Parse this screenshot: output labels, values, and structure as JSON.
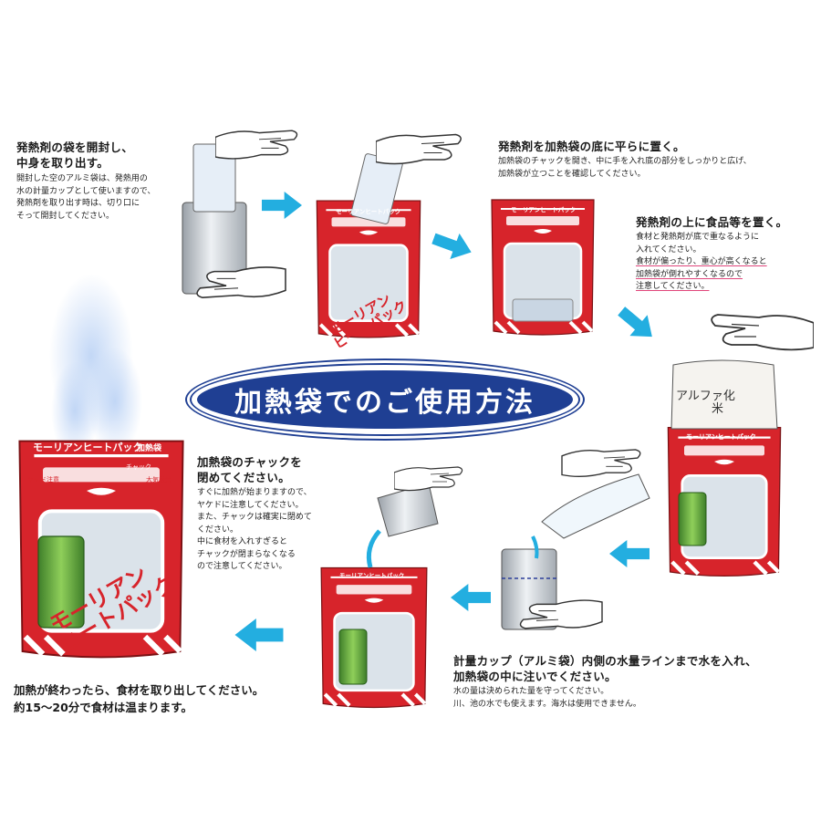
{
  "title": "加熱袋でのご使用方法",
  "colors": {
    "bag_red": "#d7242b",
    "arrow_teal": "#23aee0",
    "banner_navy": "#1f3f93",
    "pink_underline": "#e0457b",
    "window_gray": "#dbe3ea"
  },
  "bag_labels": {
    "brand": "モーリアンヒートパック",
    "sub": "加熱袋",
    "diagonal_top": "モーリアン",
    "diagonal_bottom": "ヒートパック",
    "tag_left": "ヤケド注意",
    "tag_right": "大気厳禁",
    "zip": "チャック"
  },
  "food_package": {
    "line1": "アルファ化",
    "line2": "米"
  },
  "steps": [
    {
      "id": 1,
      "title_lines": [
        "発熱剤の袋を開封し、",
        "中身を取り出す。"
      ],
      "body_lines": [
        "開封した空のアルミ袋は、発熱用の",
        "水の計量カップとして使いますので、",
        "発熱剤を取り出す時は、切り口に",
        "そって開封してください。"
      ]
    },
    {
      "id": 2,
      "title_lines": [
        "発熱剤を加熱袋の底に平らに置く。"
      ],
      "body_lines": [
        "加熱袋のチャックを開き、中に手を入れ底の部分をしっかりと広げ、",
        "加熱袋が立つことを確認してください。"
      ]
    },
    {
      "id": 3,
      "title_lines": [
        "発熱剤の上に食品等を置く。"
      ],
      "body_lines": [
        "食材と発熱剤が底で重なるように",
        "入れてください。"
      ],
      "underlined_lines": [
        "食材が偏ったり、重心が高くなると",
        "加熱袋が倒れやすくなるので",
        "注意してください。"
      ]
    },
    {
      "id": 4,
      "title_lines": [
        "計量カップ（アルミ袋）内側の水量ラインまで水を入れ、",
        "加熱袋の中に注いでください。"
      ],
      "body_lines": [
        "水の量は決められた量を守ってください。",
        "川、池の水でも使えます。海水は使用できません。"
      ]
    },
    {
      "id": 5,
      "title_lines": [
        "加熱袋のチャックを",
        "閉めてください。"
      ],
      "body_lines": [
        "すぐに加熱が始まりますので、",
        "ヤケドに注意してください。",
        "また、チャックは確実に閉めて",
        "ください。",
        "中に食材を入れすぎると",
        "チャックが閉まらなくなる",
        "ので注意してください。"
      ]
    },
    {
      "id": 6,
      "title_lines": [
        "加熱が終わったら、食材を取り出してください。",
        "約15～20分で食材は温まります。"
      ],
      "body_lines": []
    }
  ]
}
